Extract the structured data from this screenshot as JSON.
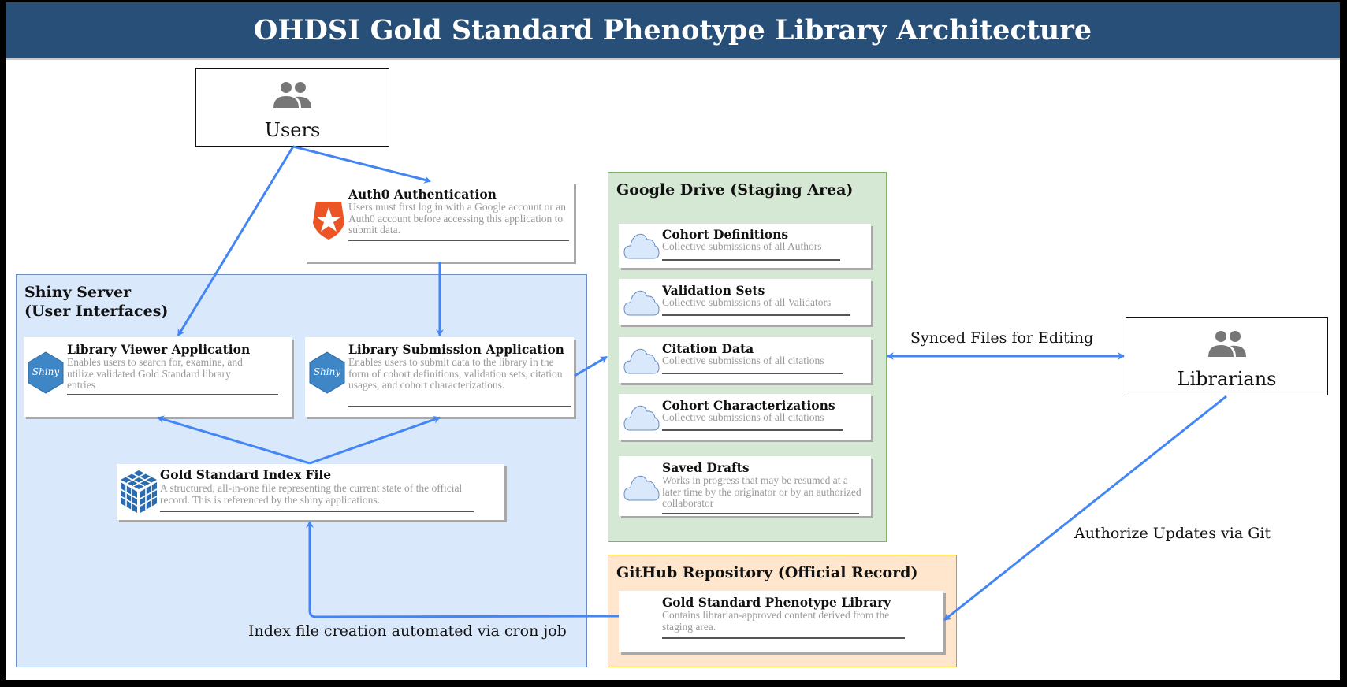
{
  "title": "OHDSI Gold Standard Phenotype Library Architecture",
  "actors": {
    "users": {
      "label": "Users",
      "icon": "people-icon"
    },
    "librarians": {
      "label": "Librarians",
      "icon": "people-icon"
    }
  },
  "auth": {
    "title": "Auth0 Authentication",
    "description": "Users must first log in with a Google account or an Auth0 account before accessing this application to submit data."
  },
  "shiny": {
    "title_line1": "Shiny Server",
    "title_line2": "(User Interfaces)",
    "viewer": {
      "title": "Library Viewer Application",
      "description": "Enables users to search for, examine, and utilize validated Gold Standard library entries"
    },
    "submission": {
      "title": "Library Submission Application",
      "description": "Enables users to submit data to the library in the form of cohort definitions, validation sets, citation usages, and cohort characterizations."
    },
    "index": {
      "title": "Gold Standard Index File",
      "description": "A structured, all-in-one file representing the current state of the official record. This is referenced by the shiny applications."
    }
  },
  "drive": {
    "title": "Google Drive (Staging Area)",
    "items": [
      {
        "title": "Cohort Definitions",
        "description": "Collective submissions of all Authors"
      },
      {
        "title": "Validation Sets",
        "description": "Collective submissions of all Validators"
      },
      {
        "title": "Citation Data",
        "description": "Collective submissions of all citations"
      },
      {
        "title": "Cohort Characterizations",
        "description": "Collective submissions of all citations"
      },
      {
        "title": "Saved Drafts",
        "description": "Works in progress that may be resumed at a later time by the originator or by an authorized collaborator"
      }
    ]
  },
  "github": {
    "title": "GitHub Repository (Official Record)",
    "card": {
      "title": "Gold Standard Phenotype Library",
      "description": "Contains librarian-approved content derived from the staging area."
    }
  },
  "edges": {
    "synced": "Synced Files for Editing",
    "authorize": "Authorize Updates via Git",
    "cron": "Index file creation automated via cron job"
  },
  "colors": {
    "title_bar": "#274f77",
    "arrow": "#4285f4",
    "shiny_bg": "#dae8fc",
    "drive_bg": "#d5e8d4",
    "github_bg": "#ffe6cc"
  }
}
